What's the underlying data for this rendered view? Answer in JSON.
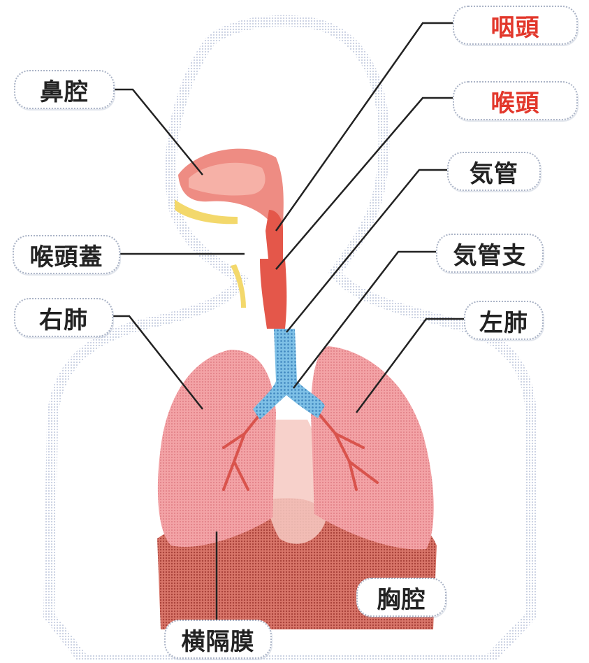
{
  "labels": {
    "nasal_cavity": "鼻腔",
    "pharynx": "咽頭",
    "larynx": "喉頭",
    "trachea": "気管",
    "epiglottis": "喉頭蓋",
    "bronchus": "気管支",
    "right_lung": "右肺",
    "left_lung": "左肺",
    "thoracic_cavity": "胸腔",
    "diaphragm": "横隔膜"
  },
  "colors": {
    "highlight_label": "#e2372b",
    "normal_label": "#222222",
    "body_outline": "#9aa8c8",
    "lung": "#ec8d93",
    "airway": "#e4574a",
    "trachea": "#5aa7d6",
    "diaphragm": "#c4584a",
    "epiglottis_yellow": "#f3d86b"
  }
}
